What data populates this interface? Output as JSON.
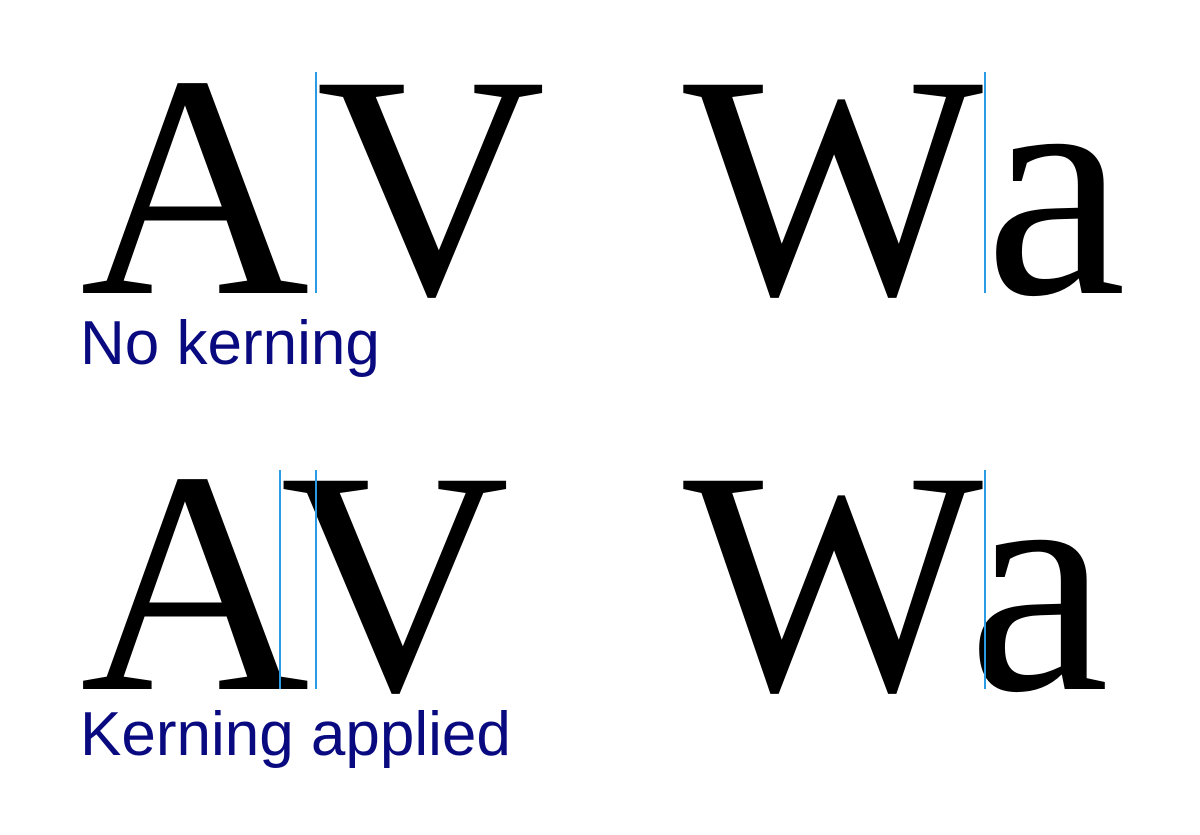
{
  "colors": {
    "caption": "#0a0a80",
    "guide": "#2b9be6",
    "glyph": "#000000"
  },
  "rows": [
    {
      "caption": "No kerning",
      "pairs": [
        {
          "left": "A",
          "right": "V"
        },
        {
          "left": "W",
          "right": "a"
        }
      ]
    },
    {
      "caption": "Kerning applied",
      "pairs": [
        {
          "left": "A",
          "right": "V"
        },
        {
          "left": "W",
          "right": "a"
        }
      ]
    }
  ]
}
